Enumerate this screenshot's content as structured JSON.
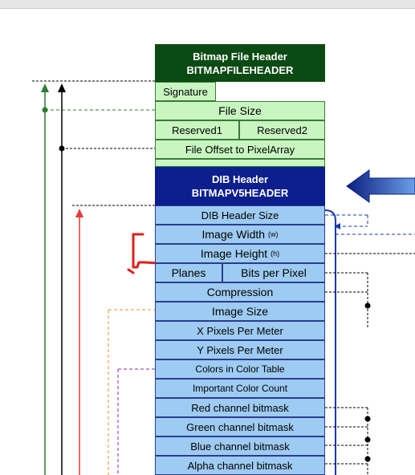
{
  "bitmap_file_header": {
    "title": "Bitmap File Header",
    "struct": "BITMAPFILEHEADER",
    "fields": {
      "signature": "Signature",
      "file_size": "File Size",
      "reserved1": "Reserved1",
      "reserved2": "Reserved2",
      "file_offset": "File Offset to PixelArray"
    }
  },
  "dib_header": {
    "title": "DIB Header",
    "struct": "BITMAPV5HEADER",
    "fields": {
      "dib_header_size": "DIB Header Size",
      "image_width": "Image Width",
      "image_width_unit": "(w)",
      "image_height": "Image Height",
      "image_height_unit": "(h)",
      "planes": "Planes",
      "bits_per_pixel": "Bits per Pixel",
      "compression": "Compression",
      "image_size": "Image Size",
      "x_ppm": "X Pixels Per Meter",
      "y_ppm": "Y Pixels Per Meter",
      "colors_in_table": "Colors in Color Table",
      "important_colors": "Important Color Count",
      "red_mask": "Red channel bitmask",
      "green_mask": "Green channel bitmask",
      "blue_mask": "Blue channel bitmask",
      "alpha_mask": "Alpha channel bitmask"
    }
  },
  "colors": {
    "file_header_dark": "#0c4a14",
    "file_header_fill": "#c8f5c0",
    "dib_header_dark": "#0d1f8c",
    "dib_field_fill": "#9ecbf2",
    "arrow_blue": "#1a3aa8",
    "line_green": "#2e7d32",
    "line_red": "#e53935",
    "line_orange": "#f28c28",
    "line_purple": "#8e24aa",
    "annotation_red": "#e0201a"
  }
}
